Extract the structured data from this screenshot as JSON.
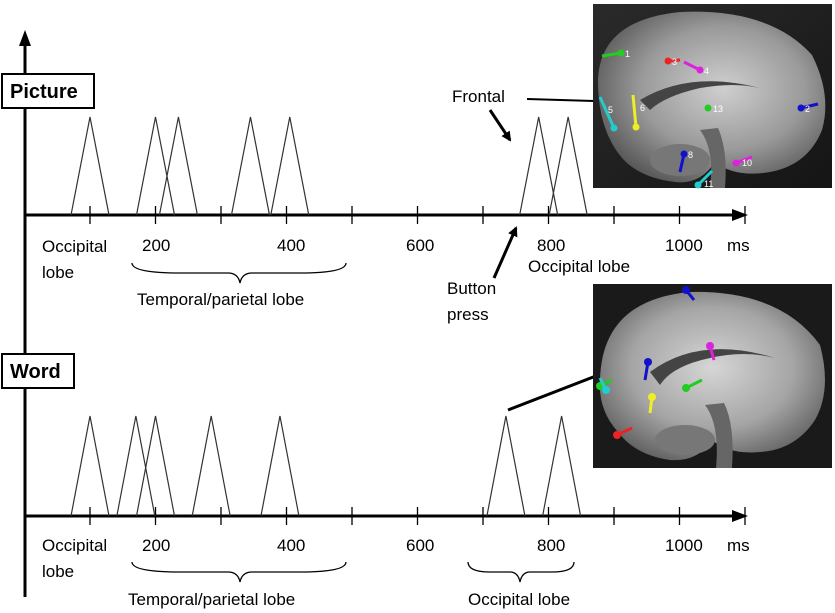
{
  "panels": [
    {
      "label": "Picture",
      "peaks_ms": [
        0,
        100,
        135,
        245,
        305,
        685,
        730
      ],
      "brain_markers": [
        {
          "num": "1",
          "color": "#22cc22"
        },
        {
          "num": "4",
          "color": "#dd22dd"
        },
        {
          "num": "3",
          "color": "#ee2222"
        },
        {
          "num": "5",
          "color": "#22cccc"
        },
        {
          "num": "6",
          "color": "#eeee22"
        },
        {
          "num": "13",
          "color": "#22cc22"
        },
        {
          "num": "2",
          "color": "#1111cc"
        },
        {
          "num": "8",
          "color": "#1111cc"
        },
        {
          "num": "10",
          "color": "#dd22dd"
        },
        {
          "num": "11",
          "color": "#22cccc"
        }
      ],
      "annotations": {
        "frontal": "Frontal",
        "button_1": "Button",
        "button_2": "press",
        "occ_left_1": "Occipital",
        "occ_left_2": "lobe",
        "temporal": "Temporal/parietal lobe",
        "occ_right": "Occipital  lobe"
      }
    },
    {
      "label": "Word",
      "peaks_ms": [
        0,
        70,
        100,
        185,
        290,
        635,
        720
      ],
      "annotations": {
        "occ_left_1": "Occipital",
        "occ_left_2": "lobe",
        "temporal": "Temporal/parietal lobe",
        "occ_right": "Occipital lobe"
      }
    }
  ],
  "axis": {
    "ticks": [
      "200",
      "400",
      "600",
      "800",
      "1000"
    ],
    "unit": "ms"
  },
  "colors": {
    "line": "#000000",
    "triangle": "#333333"
  }
}
